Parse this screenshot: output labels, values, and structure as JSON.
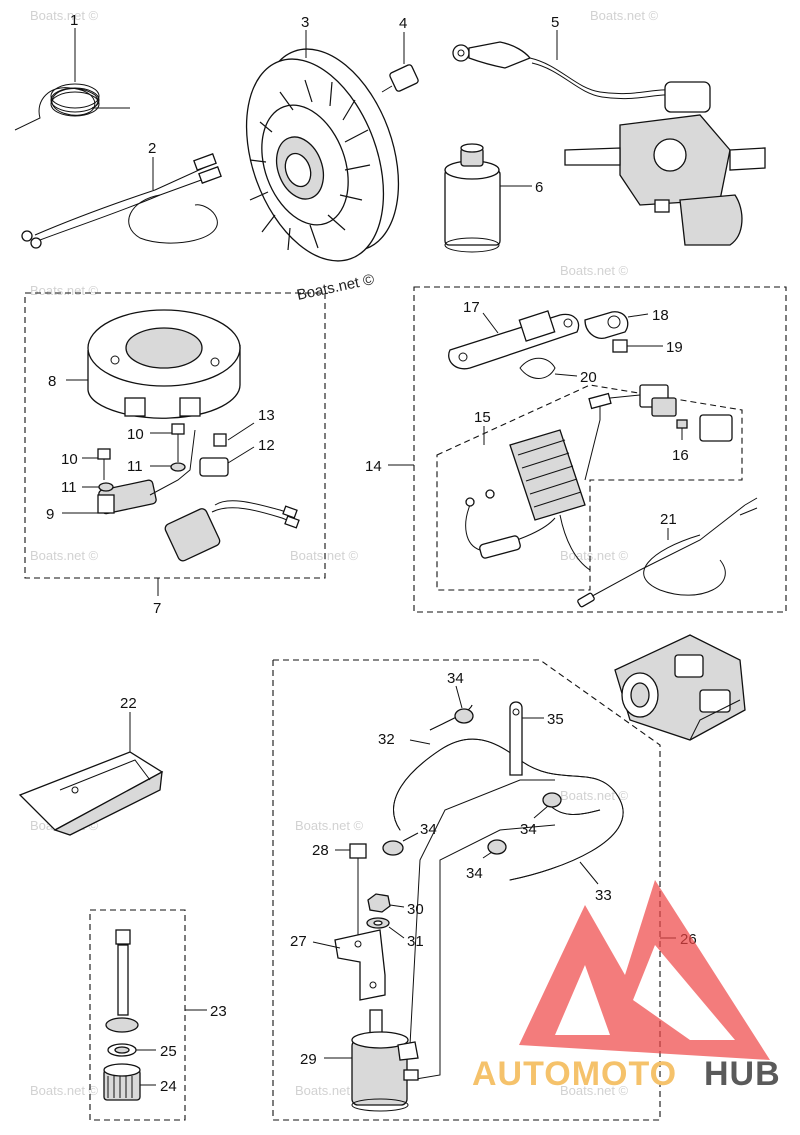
{
  "watermark": {
    "text": "Boats.net ©",
    "color": "#d2d2d2"
  },
  "brand": {
    "word_a": "AUTOMOTO",
    "word_b": "HUB",
    "color_a": "#f5c26b",
    "color_b": "#5a5a5a",
    "logo_color": "#ee4444"
  },
  "callouts": {
    "c1": "1",
    "c2": "2",
    "c3": "3",
    "c4": "4",
    "c5": "5",
    "c6": "6",
    "c7": "7",
    "c8": "8",
    "c9": "9",
    "c10a": "10",
    "c10b": "10",
    "c11a": "11",
    "c11b": "11",
    "c12": "12",
    "c13": "13",
    "c14": "14",
    "c15": "15",
    "c16": "16",
    "c17": "17",
    "c18": "18",
    "c19": "19",
    "c20": "20",
    "c21": "21",
    "c22": "22",
    "c23": "23",
    "c24": "24",
    "c25": "25",
    "c26": "26",
    "c27": "27",
    "c28": "28",
    "c29": "29",
    "c30": "30",
    "c31": "31",
    "c32": "32",
    "c33": "33",
    "c34a": "34",
    "c34b": "34",
    "c34c": "34",
    "c34d": "34",
    "c35": "35"
  }
}
